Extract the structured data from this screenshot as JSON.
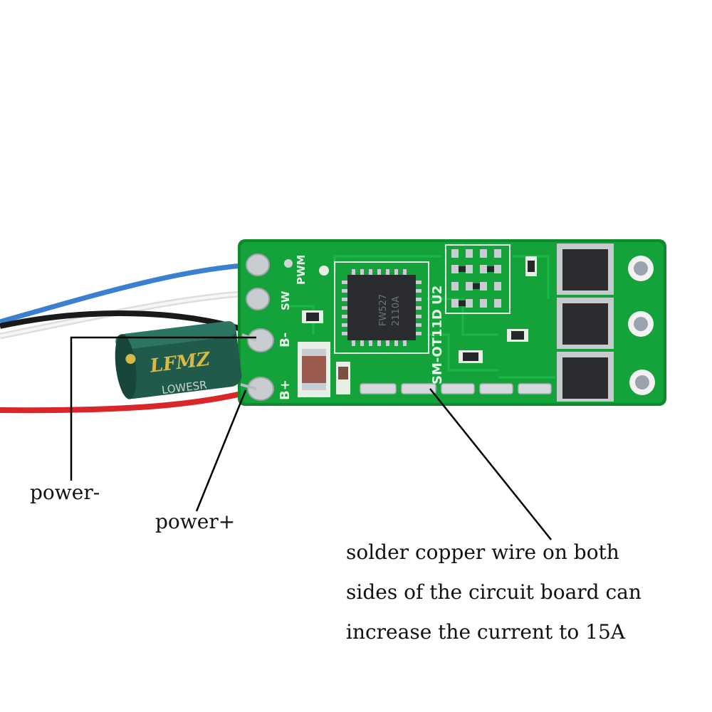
{
  "labels": {
    "power_minus": "power-",
    "power_plus": "power+",
    "note": [
      "solder copper wire on both",
      "sides of the circuit board can",
      "increase the current to 15A"
    ]
  },
  "board": {
    "silkscreen": {
      "pwm": "PWM",
      "sw": "SW",
      "b_minus": "B-",
      "b_plus": "B+",
      "model": "SM-OT11D U2"
    },
    "chip_marking": [
      "FW527",
      "2110A"
    ],
    "capacitor": {
      "brand": "LFMZ",
      "series": "LOWESR"
    }
  },
  "colors": {
    "pcb": "#13a33a",
    "pcb_dark": "#0d8a2c",
    "capacitor": "#1f5a4a",
    "wire_blue": "#3b7fd0",
    "wire_black": "#1a1a1a",
    "wire_red": "#d8262a",
    "wire_white": "#e9e9e9",
    "pad": "#c9ccd0",
    "chip": "#2a2c30",
    "annotation": "#111111"
  }
}
